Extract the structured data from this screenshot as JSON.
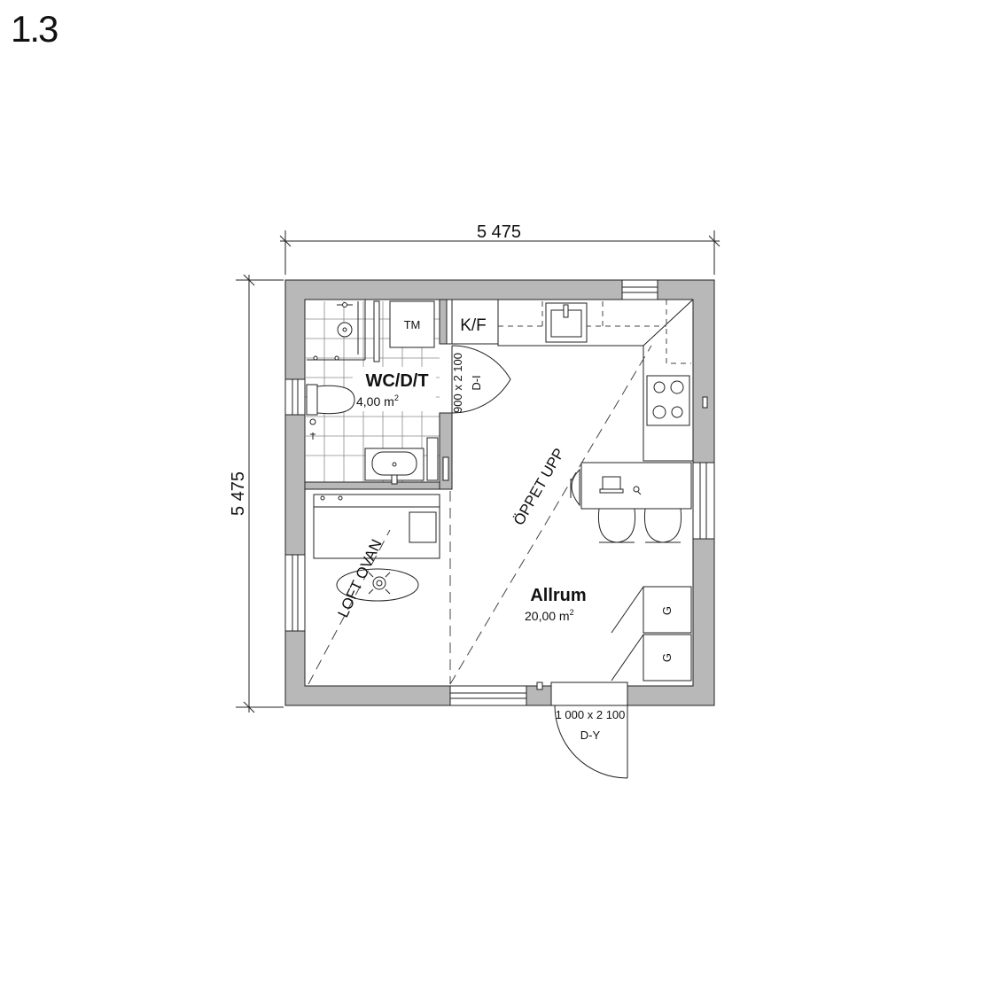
{
  "sheet_number": "1.3",
  "dimensions": {
    "width_label": "5 475",
    "height_label": "5 475"
  },
  "rooms": {
    "bathroom": {
      "name": "WC/D/T",
      "area_value": "4,00 m",
      "area_unit_sup": "2"
    },
    "living": {
      "name": "Allrum",
      "area_value": "20,00 m",
      "area_unit_sup": "2"
    }
  },
  "labels": {
    "tm": "TM",
    "kf": "K/F",
    "g1": "G",
    "g2": "G",
    "open_up": "ÖPPET UPP",
    "loft_above": "LOFT OVAN"
  },
  "doors": {
    "interior": {
      "size": "900 x 2 100",
      "code": "D-I"
    },
    "exterior": {
      "size": "1 000 x 2 100",
      "code": "D-Y"
    }
  },
  "colors": {
    "wall": "#b8b8b8",
    "line": "#222222",
    "tile": "#777777"
  }
}
